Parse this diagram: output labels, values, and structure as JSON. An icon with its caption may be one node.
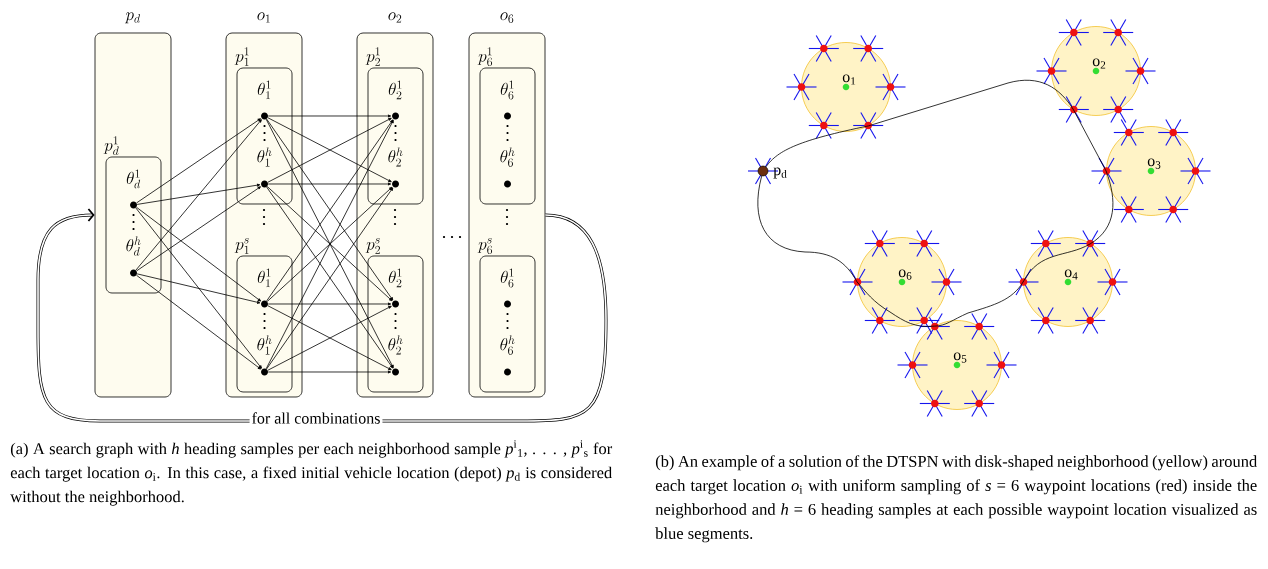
{
  "diagram": {
    "nodes": [
      {
        "text": [
          "p_d"
        ]
      },
      {
        "text": [
          "p_d^1",
          "\\theta_d^1",
          "\\theta_d^h"
        ],
        "in": 0
      },
      {
        "text": [],
        "shape": "circle",
        "in": 1
      },
      {
        "text": [],
        "shape": "circle",
        "in": 1
      },
      {
        "text": [
          "o_1"
        ]
      },
      {
        "text": [
          "p_1^1",
          "\\theta_1^1",
          "\\theta_1^h"
        ],
        "in": 4
      },
      {
        "text": [],
        "shape": "circle",
        "in": 5
      },
      {
        "text": [],
        "shape": "circle",
        "in": 5
      },
      {
        "text": [
          "p_1^s",
          "\\theta_1^1",
          "\\theta_1^h"
        ],
        "in": 4
      },
      {
        "text": [],
        "shape": "circle",
        "in": 8
      },
      {
        "text": [],
        "shape": "circle",
        "in": 8
      },
      {
        "text": [
          "o_2"
        ]
      },
      {
        "text": [
          "p_2^1",
          "\\theta_2^1",
          "\\theta_2^h"
        ],
        "in": 11
      },
      {
        "text": [],
        "shape": "circle",
        "in": 12
      },
      {
        "text": [],
        "shape": "circle",
        "in": 12
      },
      {
        "text": [
          "p_2^s",
          "\\theta_2^1",
          "\\theta_2^h"
        ],
        "in": 11
      },
      {
        "text": [],
        "shape": "circle",
        "in": 15
      },
      {
        "text": [],
        "shape": "circle",
        "in": 15
      },
      {
        "text": [
          "o_6"
        ]
      },
      {
        "text": [
          "p_6^1",
          "\\theta_6^1",
          "\\theta_6^h"
        ],
        "in": 18
      },
      {
        "text": [],
        "shape": "circle",
        "in": 19
      },
      {
        "text": [],
        "shape": "circle",
        "in": 19
      },
      {
        "text": [
          "p_6^s",
          "\\theta_6^1",
          "\\theta_6^h"
        ],
        "in": 18
      },
      {
        "text": [],
        "shape": "circle",
        "in": 22
      },
      {
        "text": [],
        "shape": "circle",
        "in": 22
      },
      {
        "text": [],
        "shape": "circle",
        "beside": [
          "p$_{d}$"
        ]
      },
      {
        "text": [
          "o$_{1}$"
        ]
      },
      {
        "text": [
          "o$_{2}$"
        ]
      },
      {
        "text": [
          "o$_{3}$"
        ]
      },
      {
        "text": [
          "o$_{4}$"
        ]
      },
      {
        "text": [
          "o$_{5}$"
        ]
      },
      {
        "text": [
          "o$_{6}$"
        ]
      }
    ],
    "edges": [
      {
        "from": 2,
        "to": 6,
        "arrow": "to"
      },
      {
        "from": 2,
        "to": 7,
        "arrow": "to"
      },
      {
        "from": 2,
        "to": 9,
        "arrow": "to"
      },
      {
        "from": 2,
        "to": 10,
        "arrow": "to"
      },
      {
        "from": 3,
        "to": 6,
        "arrow": "to"
      },
      {
        "from": 3,
        "to": 7,
        "arrow": "to"
      },
      {
        "from": 3,
        "to": 9,
        "arrow": "to"
      },
      {
        "from": 3,
        "to": 10,
        "arrow": "to"
      },
      {
        "from": 6,
        "to": 13,
        "arrow": "to"
      },
      {
        "from": 6,
        "to": 14,
        "arrow": "to"
      },
      {
        "from": 6,
        "to": 16,
        "arrow": "to"
      },
      {
        "from": 6,
        "to": 17,
        "arrow": "to"
      },
      {
        "from": 7,
        "to": 13,
        "arrow": "to"
      },
      {
        "from": 7,
        "to": 14,
        "arrow": "to"
      },
      {
        "from": 7,
        "to": 16,
        "arrow": "to"
      },
      {
        "from": 7,
        "to": 17,
        "arrow": "to"
      },
      {
        "from": 9,
        "to": 13,
        "arrow": "to"
      },
      {
        "from": 9,
        "to": 14,
        "arrow": "to"
      },
      {
        "from": 9,
        "to": 16,
        "arrow": "to"
      },
      {
        "from": 9,
        "to": 17,
        "arrow": "to"
      },
      {
        "from": 10,
        "to": 13,
        "arrow": "to"
      },
      {
        "from": 10,
        "to": 14,
        "arrow": "to"
      },
      {
        "from": 10,
        "to": 16,
        "arrow": "to"
      },
      {
        "from": 10,
        "to": 17,
        "arrow": "to"
      },
      {
        "from": 18,
        "to": 0,
        "arrow": "to",
        "label": "for all combinations",
        "style": "thick"
      },
      {
        "from": 25,
        "to": 26,
        "arrow": "none"
      },
      {
        "from": 26,
        "to": 27,
        "arrow": "none"
      },
      {
        "from": 27,
        "to": 28,
        "arrow": "none"
      },
      {
        "from": 28,
        "to": 29,
        "arrow": "none"
      },
      {
        "from": 29,
        "to": 30,
        "arrow": "none"
      },
      {
        "from": 30,
        "to": 31,
        "arrow": "none"
      },
      {
        "from": 31,
        "to": 25,
        "arrow": "none"
      }
    ],
    "labels": [
      "(a) A search graph with *h* heading samples per each neighborhood sample *p*$^{i}$$_{1}$, . . . , *p*$^{i}$$_{s}$ for each target location *o*$_{i}$. In this case, a fixed initial vehicle location (depot) *p*$_{d}$ is considered without the neighborhood.",
      "(b) An example of a solution of the DTSPN with disk-shaped neighborhood (yellow) around each target location *o*$_{i}$ with uniform sampling of *s* = 6 waypoint locations (red) inside the neighborhood and *h* = 6 heading samples at each possible waypoint location visualized as blue segments."
    ]
  }
}
